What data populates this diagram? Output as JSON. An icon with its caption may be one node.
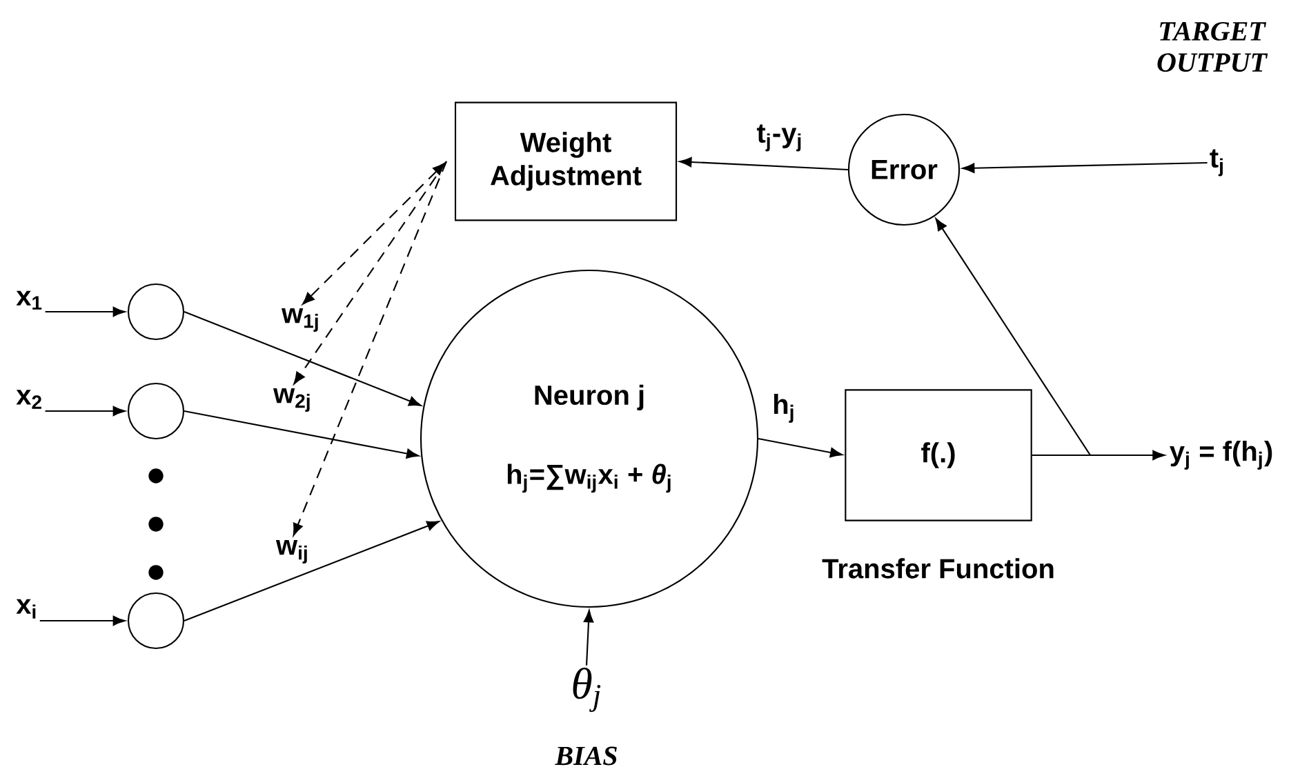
{
  "diagram": {
    "nodes": [
      {
        "text": [
          "Weight Adjustment"
        ]
      },
      {
        "text": [
          "Error"
        ]
      },
      {
        "text": [
          "Neuron j",
          "h$_{j}$=∑w$_{ij}$x$_{i}$ + *θ*$_{j}$"
        ]
      },
      {
        "text": [
          "f(.)"
        ],
        "beside": [
          "Transfer Function"
        ]
      },
      {
        "text": [],
        "shape": "circle"
      },
      {
        "text": [],
        "shape": "circle"
      },
      {
        "text": [],
        "shape": "circle"
      },
      {
        "text": [
          "x$_{1}$"
        ]
      },
      {
        "text": [
          "x$_{2}$"
        ]
      },
      {
        "text": [
          "x$_{i}$"
        ]
      },
      {
        "text": [
          "w$_{1j}$"
        ]
      },
      {
        "text": [
          "w$_{2j}$"
        ]
      },
      {
        "text": [
          "w$_{ij}$"
        ]
      },
      {
        "text": [
          "θ$_{j}$"
        ],
        "beside": [
          "BIAS"
        ]
      },
      {
        "text": [
          "t$_{j}$"
        ]
      },
      {
        "text": [
          "y$_{j}$ = f(h$_{j}$)"
        ]
      }
    ],
    "edges": [
      {
        "from": 7,
        "to": 4,
        "arrow": "to"
      },
      {
        "from": 8,
        "to": 5,
        "arrow": "to"
      },
      {
        "from": 9,
        "to": 6,
        "arrow": "to"
      },
      {
        "from": 4,
        "to": 2,
        "arrow": "to"
      },
      {
        "from": 5,
        "to": 2,
        "arrow": "to"
      },
      {
        "from": 6,
        "to": 2,
        "arrow": "to"
      },
      {
        "from": 0,
        "to": 10,
        "arrow": "both",
        "style": "dashed"
      },
      {
        "from": 0,
        "to": 11,
        "arrow": "to",
        "style": "dashed"
      },
      {
        "from": 0,
        "to": 12,
        "arrow": "to",
        "style": "dashed"
      },
      {
        "from": 13,
        "to": 2,
        "arrow": "to"
      },
      {
        "from": 2,
        "to": 3,
        "arrow": "to",
        "label": "h$_{j}$"
      },
      {
        "from": 3,
        "to": 15,
        "arrow": "to"
      },
      {
        "from": 3,
        "to": 1,
        "arrow": "to"
      },
      {
        "from": 14,
        "to": 1,
        "arrow": "to"
      },
      {
        "from": 1,
        "to": 0,
        "arrow": "to",
        "label": "t$_{j}$-y$_{j}$"
      }
    ],
    "labels": [
      "TARGET OUTPUT"
    ]
  }
}
